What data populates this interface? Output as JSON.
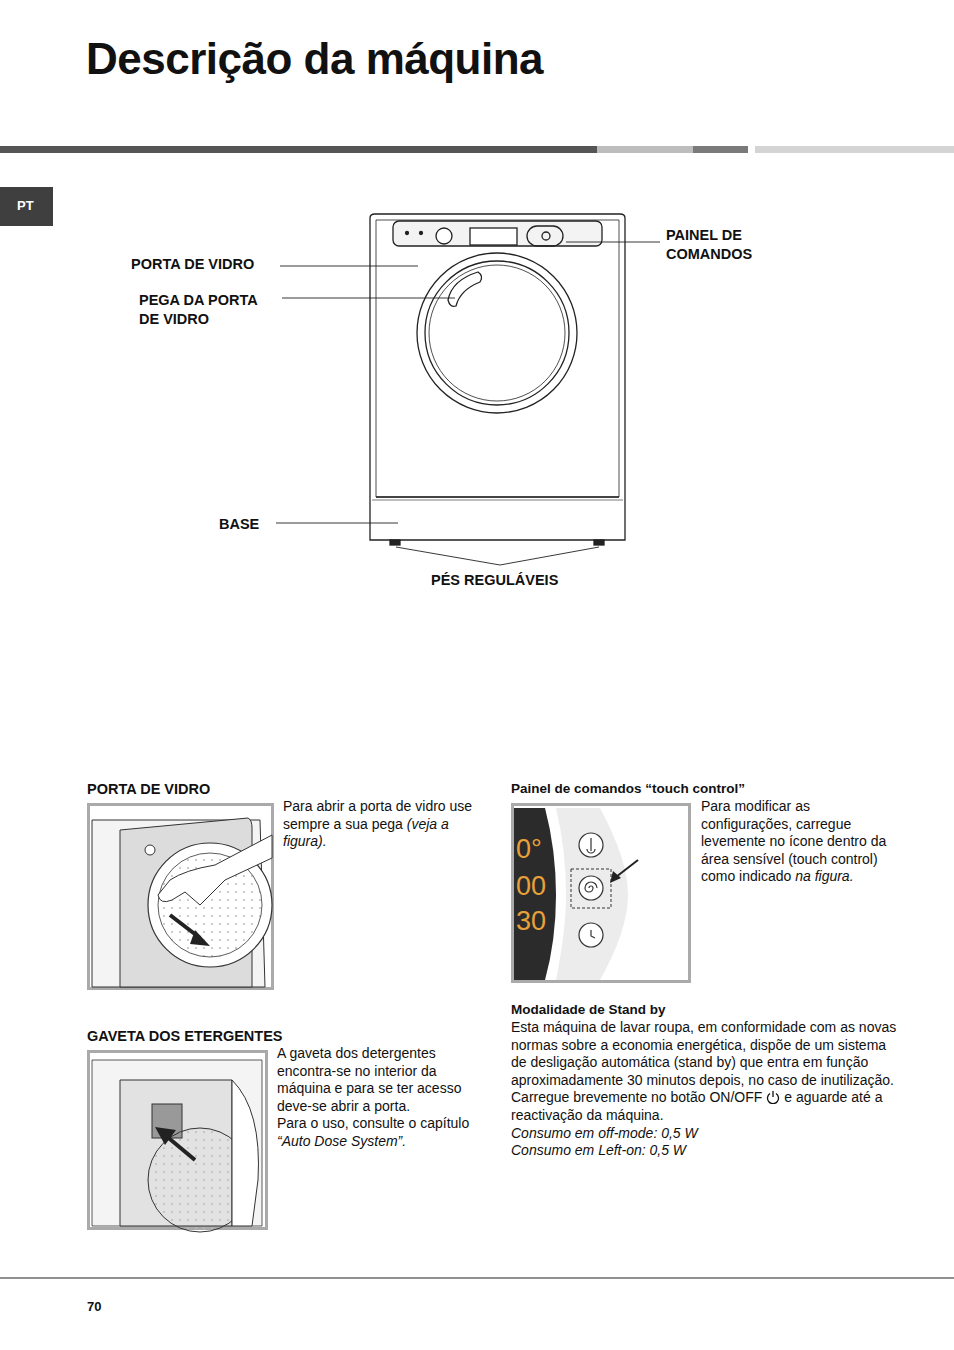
{
  "diagram": {
    "title": "Descrição da máquina",
    "labels": [
      "PT",
      "PORTA DE VIDRO",
      "PEGA DA PORTA DE VIDRO",
      "BASE",
      "PAINEL DE COMANDOS",
      "PÉS REGULÁVEIS",
      "PORTA DE VIDRO",
      "Para abrir a porta de vidro use sempre a sua pega",
      "(veja a figura).",
      "GAVETA DOS ETERGENTES",
      "A gaveta dos detergentes encontra-se no interior da máquina e para se ter acesso deve-se abrir a porta.",
      "Para o uso, consulte o capítulo",
      "“Auto Dose System”.",
      "Painel de comandos “touch control”",
      "0°",
      "00",
      "30",
      "Para modificar as configurações, carregue levemente no ícone dentro da área sensível (touch control) como indicado",
      "na figura.",
      "Modalidade de Stand by",
      "Esta máquina de lavar roupa, em conformidade com as novas normas sobre a economia energética, dispõe de um sistema de desligação automática (stand by) que entra em função aproximadamente 30 minutos depois, no caso de inutilização. Carregue brevemente no botão ON/OFF",
      "e aguarde até a reactivação da máquina.",
      "Consumo em off-mode: 0,5 W",
      "Consumo em Left-on: 0,5 W",
      "70"
    ]
  }
}
